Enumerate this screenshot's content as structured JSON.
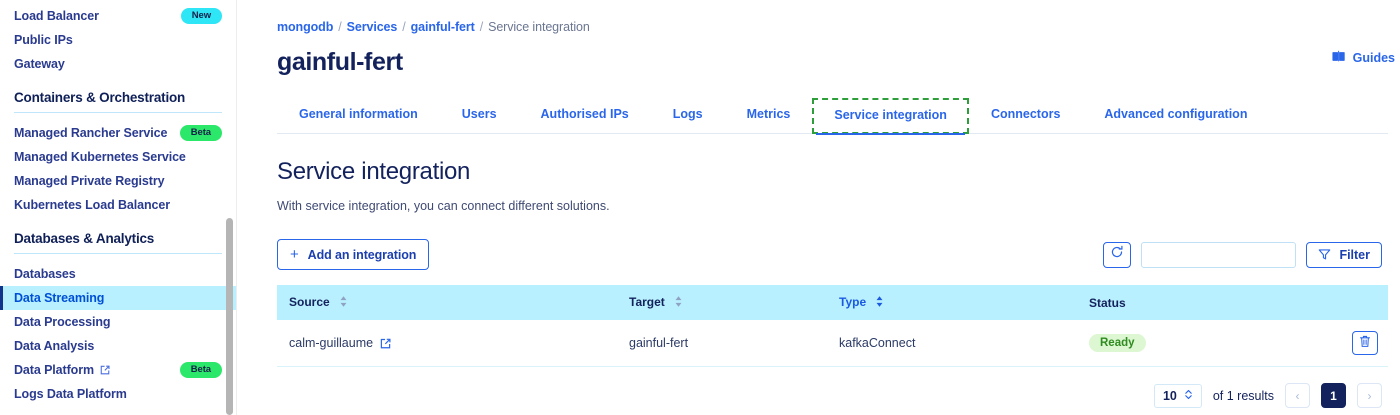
{
  "sidebar": {
    "top_items": [
      {
        "label": "Load Balancer",
        "badge": "New",
        "badge_kind": "new"
      },
      {
        "label": "Public IPs",
        "badge": "",
        "badge_kind": ""
      },
      {
        "label": "Gateway",
        "badge": "",
        "badge_kind": ""
      }
    ],
    "sections": [
      {
        "title": "Containers & Orchestration",
        "items": [
          {
            "label": "Managed Rancher Service",
            "badge": "Beta",
            "badge_kind": "beta",
            "external": false
          },
          {
            "label": "Managed Kubernetes Service",
            "badge": "",
            "badge_kind": "",
            "external": false
          },
          {
            "label": "Managed Private Registry",
            "badge": "",
            "badge_kind": "",
            "external": false
          },
          {
            "label": "Kubernetes Load Balancer",
            "badge": "",
            "badge_kind": "",
            "external": false
          }
        ]
      },
      {
        "title": "Databases & Analytics",
        "items": [
          {
            "label": "Databases",
            "badge": "",
            "badge_kind": "",
            "external": false
          },
          {
            "label": "Data Streaming",
            "badge": "",
            "badge_kind": "",
            "external": false,
            "active": true
          },
          {
            "label": "Data Processing",
            "badge": "",
            "badge_kind": "",
            "external": false
          },
          {
            "label": "Data Analysis",
            "badge": "",
            "badge_kind": "",
            "external": false
          },
          {
            "label": "Data Platform",
            "badge": "Beta",
            "badge_kind": "beta",
            "external": true
          },
          {
            "label": "Logs Data Platform",
            "badge": "",
            "badge_kind": "",
            "external": false
          }
        ]
      }
    ]
  },
  "header": {
    "breadcrumb": {
      "root": "mongodb",
      "level2": "Services",
      "level3": "gainful-fert",
      "current": "Service integration",
      "separator": "/"
    },
    "title": "gainful-fert",
    "guides_label": "Guides"
  },
  "tabs": [
    {
      "label": "General information",
      "focused": false
    },
    {
      "label": "Users",
      "focused": false
    },
    {
      "label": "Authorised IPs",
      "focused": false
    },
    {
      "label": "Logs",
      "focused": false
    },
    {
      "label": "Metrics",
      "focused": false
    },
    {
      "label": "Service integration",
      "focused": true
    },
    {
      "label": "Connectors",
      "focused": false
    },
    {
      "label": "Advanced configuration",
      "focused": false
    }
  ],
  "content": {
    "heading": "Service integration",
    "description": "With service integration, you can connect different solutions."
  },
  "toolbar": {
    "add_label": "Add an integration",
    "add_plus": "+",
    "search_value": "",
    "search_placeholder": "",
    "filter_label": "Filter"
  },
  "table": {
    "columns": [
      {
        "label": "Source",
        "sortable": true,
        "sorted": false
      },
      {
        "label": "Target",
        "sortable": true,
        "sorted": false
      },
      {
        "label": "Type",
        "sortable": true,
        "sorted": true
      },
      {
        "label": "Status",
        "sortable": false,
        "sorted": false
      }
    ],
    "rows": [
      {
        "source": "calm-guillaume",
        "target": "gainful-fert",
        "type": "kafkaConnect",
        "status": "Ready"
      }
    ]
  },
  "pagination": {
    "page_size": "10",
    "caret": "⇅",
    "results_text": "of 1 results",
    "prev": "‹",
    "next": "›",
    "current_page": "1"
  },
  "colors": {
    "accent_blue": "#2a66ea",
    "navy": "#13225c",
    "badge_new": "#2ee6f6",
    "badge_beta": "#2ce86a",
    "status_ready_bg": "#ddf7d2",
    "status_ready_fg": "#2f8c20",
    "table_header_bg": "#b9f0ff",
    "focus_outline": "#2e9e3a"
  }
}
